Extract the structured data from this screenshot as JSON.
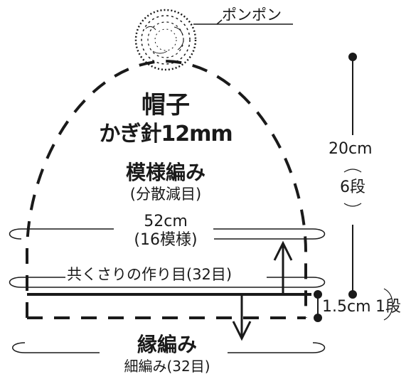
{
  "title": "帽子",
  "tool": "かぎ針12mm",
  "pompom_label": "ポンポン",
  "main_pattern": {
    "label": "模様編み",
    "note": "(分散減目)"
  },
  "width": {
    "value": "52cm",
    "note": "(16模様)"
  },
  "foundation_chain": "共くさりの作り目(32目)",
  "height_main": {
    "value": "20cm",
    "rows": "6段"
  },
  "height_edge": {
    "value": "1.5cm",
    "rows": "1段"
  },
  "edge": {
    "label": "縁編み",
    "note": "細編み(32目)"
  },
  "colors": {
    "line": "#1a1a1a",
    "background": "#ffffff"
  }
}
